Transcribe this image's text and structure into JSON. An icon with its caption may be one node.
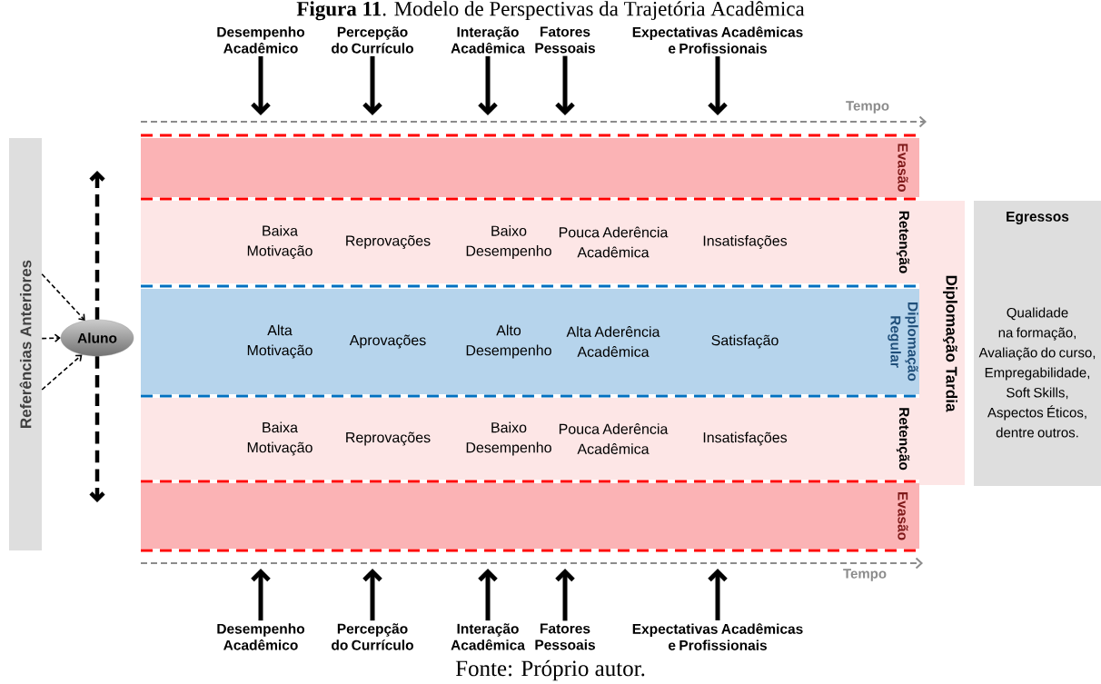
{
  "diagram": {
    "title": "**Figura 11**. Modelo de Perspectivas da Trajetória Acadêmica",
    "caption": "Fonte: Próprio autor.",
    "nodes": [
      {
        "text": [
          "Referências Anteriores"
        ]
      },
      {
        "text": [
          "Aluno"
        ]
      },
      {
        "text": [
          "Evasão"
        ]
      },
      {
        "text": [
          "Baixa Motivação",
          "Reprovações",
          "Baixo Desempenho",
          "Pouca Aderência Acadêmica",
          "Insatisfações",
          "Retenção"
        ]
      },
      {
        "text": [
          "Alta Motivação",
          "Aprovações",
          "Alto Desempenho",
          "Alta Aderência Acadêmica",
          "Satisfação",
          "Diplomação Regular"
        ]
      },
      {
        "text": [
          "Baixa Motivação",
          "Reprovações",
          "Baixo Desempenho",
          "Pouca Aderência Acadêmica",
          "Insatisfações",
          "Retenção"
        ]
      },
      {
        "text": [
          "Evasão"
        ]
      },
      {
        "text": [
          "Diplomação Tardia"
        ]
      },
      {
        "text": [
          "Egressos",
          "Qualidade na formação, Avaliação do curso, Empregabilidade, Soft Skills, Aspectos Éticos, dentre outros."
        ]
      },
      {
        "text": [
          "Desempenho Acadêmico"
        ]
      },
      {
        "text": [
          "Percepção do Currículo"
        ]
      },
      {
        "text": [
          "Interação Acadêmica"
        ]
      },
      {
        "text": [
          "Fatores Pessoais"
        ]
      },
      {
        "text": [
          "Expectativas Acadêmicas e Profissionais"
        ]
      },
      {
        "text": [
          "Desempenho Acadêmico"
        ]
      },
      {
        "text": [
          "Percepção do Currículo"
        ]
      },
      {
        "text": [
          "Interação Acadêmica"
        ]
      },
      {
        "text": [
          "Fatores Pessoais"
        ]
      },
      {
        "text": [
          "Expectativas Acadêmicas e Profissionais"
        ]
      }
    ],
    "edges": [
      {
        "from": 9,
        "to": null,
        "arrow": "to"
      },
      {
        "from": 10,
        "to": null,
        "arrow": "to"
      },
      {
        "from": 11,
        "to": null,
        "arrow": "to"
      },
      {
        "from": 12,
        "to": null,
        "arrow": "to"
      },
      {
        "from": 13,
        "to": null,
        "arrow": "to"
      },
      {
        "from": 14,
        "to": null,
        "arrow": "to"
      },
      {
        "from": 15,
        "to": null,
        "arrow": "to"
      },
      {
        "from": 16,
        "to": null,
        "arrow": "to"
      },
      {
        "from": 17,
        "to": null,
        "arrow": "to"
      },
      {
        "from": 18,
        "to": null,
        "arrow": "to"
      },
      {
        "from": 1,
        "to": null,
        "arrow": "to",
        "style": "dashed"
      },
      {
        "from": 1,
        "to": null,
        "arrow": "to",
        "style": "dashed"
      },
      {
        "from": 0,
        "to": 1,
        "arrow": "to",
        "style": "dashed"
      },
      {
        "from": 0,
        "to": 1,
        "arrow": "to",
        "style": "dashed"
      },
      {
        "from": 0,
        "to": 1,
        "arrow": "to",
        "style": "dashed"
      }
    ],
    "labels": [
      "Tempo",
      "Tempo"
    ]
  }
}
